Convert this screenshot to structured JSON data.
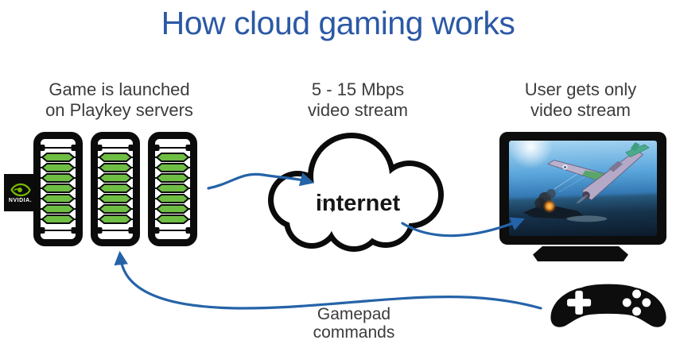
{
  "title": "How cloud gaming works",
  "labels": {
    "servers": {
      "line1": "Game is launched",
      "line2": "on Playkey servers"
    },
    "stream": {
      "line1": "5 - 15 Mbps",
      "line2": "video stream"
    },
    "user": {
      "line1": "User gets only",
      "line2": "video stream"
    },
    "gamepad": {
      "line1": "Gamepad",
      "line2": "commands"
    }
  },
  "cloud": {
    "label": "internet"
  },
  "nvidia": {
    "brand": "NVIDIA."
  },
  "diagram": {
    "server_rack_count": 3,
    "bars_per_rack": 7,
    "flow": [
      "servers -> internet cloud (video stream 5-15 Mbps)",
      "internet cloud -> user monitor (video only)",
      "gamepad -> servers (gamepad commands)"
    ]
  },
  "icons": {
    "server-rack-icon": "black rack with green blade bars",
    "nvidia-logo": "green eye on black square",
    "cloud-icon": "outlined cloud",
    "monitor-icon": "black-bezel display showing air-combat game",
    "gamepad-icon": "black controller with white d-pad and buttons",
    "arrow": "blue curved arrow"
  },
  "colors": {
    "title_blue": "#2b59a5",
    "arrow_blue": "#2563a8",
    "rack_green": "#6fbe44",
    "nvidia_green": "#76b900",
    "label_gray": "#3c3c3c"
  }
}
